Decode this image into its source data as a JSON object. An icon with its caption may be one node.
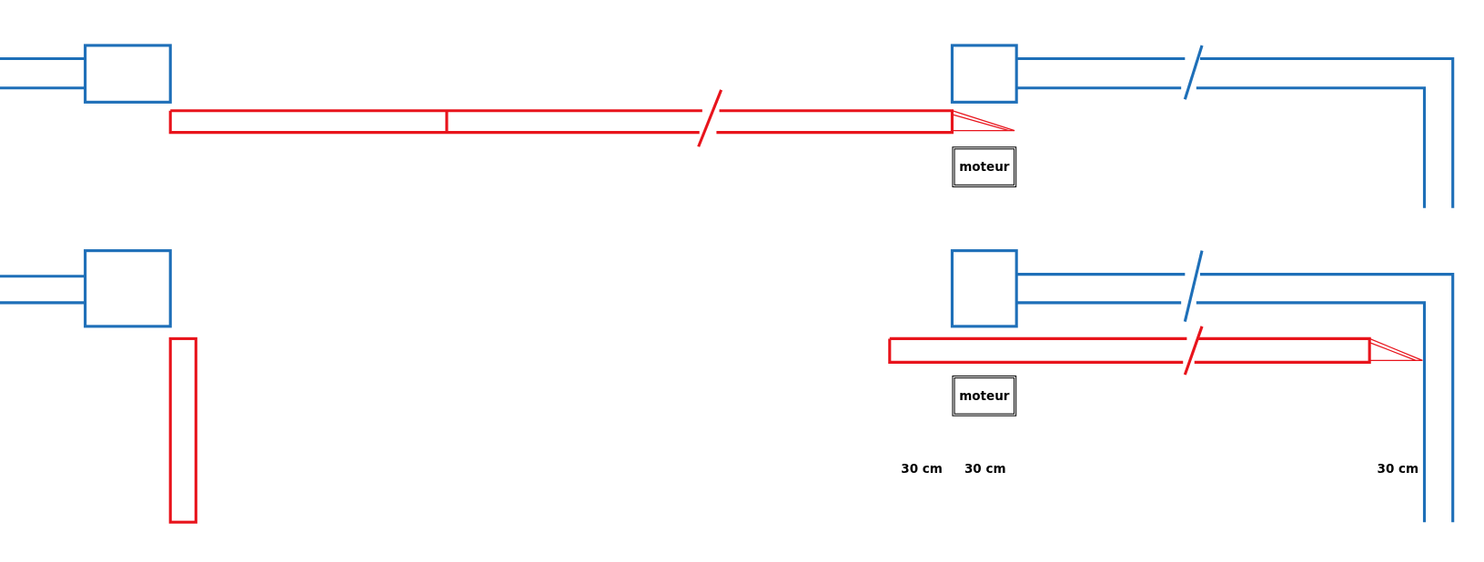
{
  "diagram": {
    "nodes": [
      {
        "text": [
          "moteur"
        ]
      },
      {
        "text": [
          "moteur"
        ]
      }
    ],
    "labels": [
      "30 cm",
      "30 cm",
      "30 cm"
    ]
  }
}
